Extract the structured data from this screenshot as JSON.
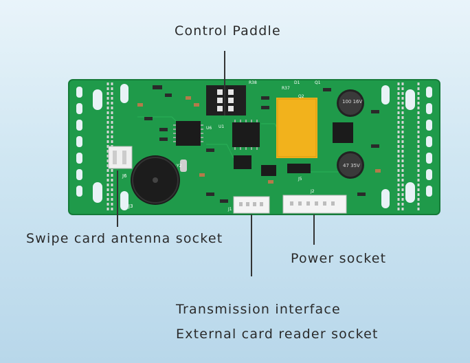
{
  "labels": {
    "control_paddle": "Control Paddle",
    "swipe_antenna": "Swipe card antenna socket",
    "power_socket": "Power socket",
    "transmission": "Transmission interface",
    "external_reader": "External card reader socket"
  },
  "board_marks": {
    "j6": "J6",
    "j3": "J3",
    "j1": "J1",
    "j2": "J2",
    "j5": "J5",
    "u1": "U1",
    "u6": "U6",
    "y2": "Y2",
    "cap1": "100 16V",
    "cap2": "47 35V",
    "r38": "R38",
    "r37": "R37",
    "d1": "D1",
    "q1": "Q1",
    "q2": "Q2"
  },
  "colors": {
    "pcb": "#1f9a4a",
    "pcb_dark": "#157a38",
    "relay": "#f2b21c",
    "label_text": "#2a2a2a"
  }
}
